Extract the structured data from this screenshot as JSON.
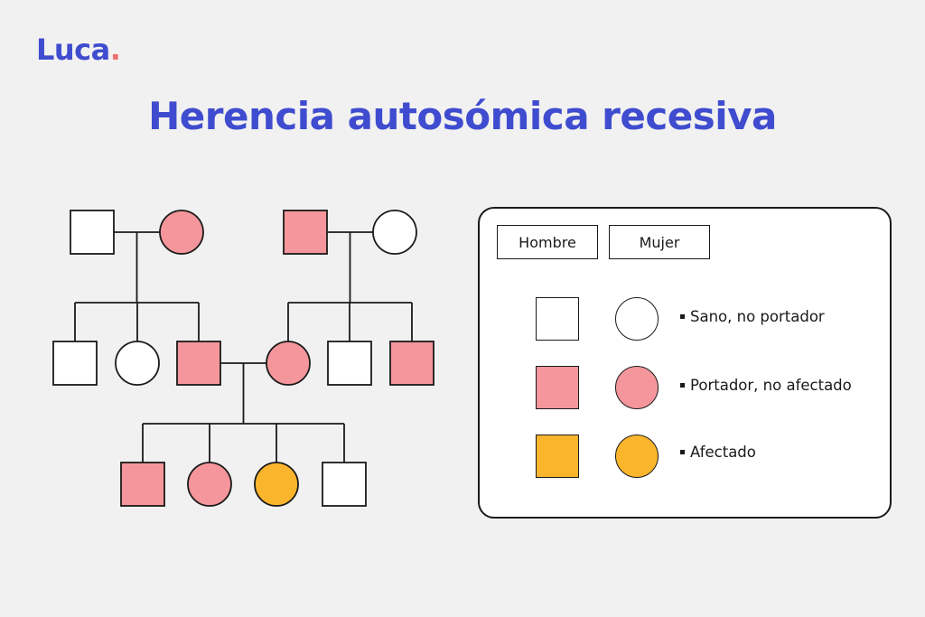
{
  "brand": {
    "logo_text": "Luca",
    "logo_dot": ".",
    "primary_color": "#3f4ccf",
    "accent_color": "#ef6f6f"
  },
  "title": "Herencia autosómica recesiva",
  "colors": {
    "healthy": "#ffffff",
    "carrier": "#f4969b",
    "affected": "#fbb52d",
    "stroke": "#1a1a1a"
  },
  "pedigree": {
    "generations": [
      {
        "id": "I",
        "individuals": [
          {
            "id": "I-1",
            "sex": "male",
            "status": "healthy"
          },
          {
            "id": "I-2",
            "sex": "female",
            "status": "carrier"
          },
          {
            "id": "I-3",
            "sex": "male",
            "status": "carrier"
          },
          {
            "id": "I-4",
            "sex": "female",
            "status": "healthy"
          }
        ]
      },
      {
        "id": "II",
        "individuals": [
          {
            "id": "II-1",
            "sex": "male",
            "status": "healthy"
          },
          {
            "id": "II-2",
            "sex": "female",
            "status": "healthy"
          },
          {
            "id": "II-3",
            "sex": "male",
            "status": "carrier"
          },
          {
            "id": "II-4",
            "sex": "female",
            "status": "carrier"
          },
          {
            "id": "II-5",
            "sex": "male",
            "status": "healthy"
          },
          {
            "id": "II-6",
            "sex": "male",
            "status": "carrier"
          }
        ]
      },
      {
        "id": "III",
        "individuals": [
          {
            "id": "III-1",
            "sex": "male",
            "status": "carrier"
          },
          {
            "id": "III-2",
            "sex": "female",
            "status": "carrier"
          },
          {
            "id": "III-3",
            "sex": "female",
            "status": "affected"
          },
          {
            "id": "III-4",
            "sex": "male",
            "status": "healthy"
          }
        ]
      }
    ],
    "couples": [
      {
        "partners": [
          "I-1",
          "I-2"
        ],
        "children": [
          "II-1",
          "II-2",
          "II-3"
        ]
      },
      {
        "partners": [
          "I-3",
          "I-4"
        ],
        "children": [
          "II-4",
          "II-5",
          "II-6"
        ]
      },
      {
        "partners": [
          "II-3",
          "II-4"
        ],
        "children": [
          "III-1",
          "III-2",
          "III-3",
          "III-4"
        ]
      }
    ]
  },
  "legend": {
    "male_label": "Hombre",
    "female_label": "Mujer",
    "items": [
      {
        "status": "healthy",
        "label": "Sano, no portador"
      },
      {
        "status": "carrier",
        "label": "Portador, no afectado"
      },
      {
        "status": "affected",
        "label": "Afectado"
      }
    ]
  }
}
